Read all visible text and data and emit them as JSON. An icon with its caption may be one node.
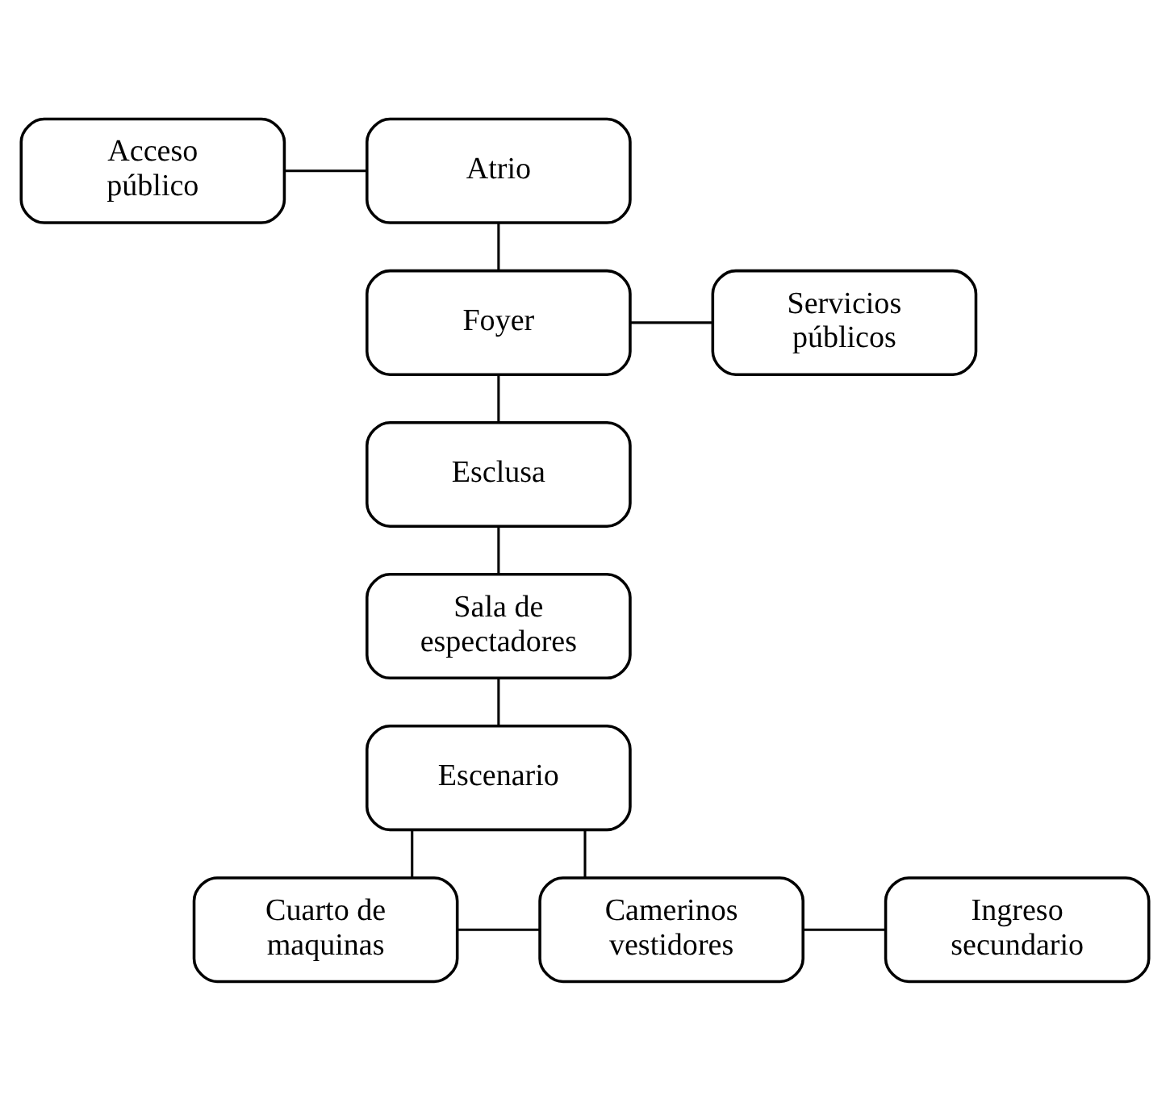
{
  "diagram": {
    "nodes": [
      {
        "text": [
          "Acceso público"
        ]
      },
      {
        "text": [
          "Atrio"
        ]
      },
      {
        "text": [
          "Foyer"
        ]
      },
      {
        "text": [
          "Servicios públicos"
        ]
      },
      {
        "text": [
          "Esclusa"
        ]
      },
      {
        "text": [
          "Sala de espectadores"
        ]
      },
      {
        "text": [
          "Escenario"
        ]
      },
      {
        "text": [
          "Cuarto de maquinas"
        ]
      },
      {
        "text": [
          "Camerinos vestidores"
        ]
      },
      {
        "text": [
          "Ingreso secundario"
        ]
      }
    ],
    "edges": [
      {
        "from": 0,
        "to": 1,
        "arrow": "none"
      },
      {
        "from": 1,
        "to": 2,
        "arrow": "none"
      },
      {
        "from": 2,
        "to": 3,
        "arrow": "none"
      },
      {
        "from": 2,
        "to": 4,
        "arrow": "none"
      },
      {
        "from": 4,
        "to": 5,
        "arrow": "none"
      },
      {
        "from": 5,
        "to": 6,
        "arrow": "none"
      },
      {
        "from": 6,
        "to": 7,
        "arrow": "none"
      },
      {
        "from": 7,
        "to": 8,
        "arrow": "none"
      },
      {
        "from": 6,
        "to": 8,
        "arrow": "none"
      },
      {
        "from": 8,
        "to": 9,
        "arrow": "none"
      }
    ]
  }
}
